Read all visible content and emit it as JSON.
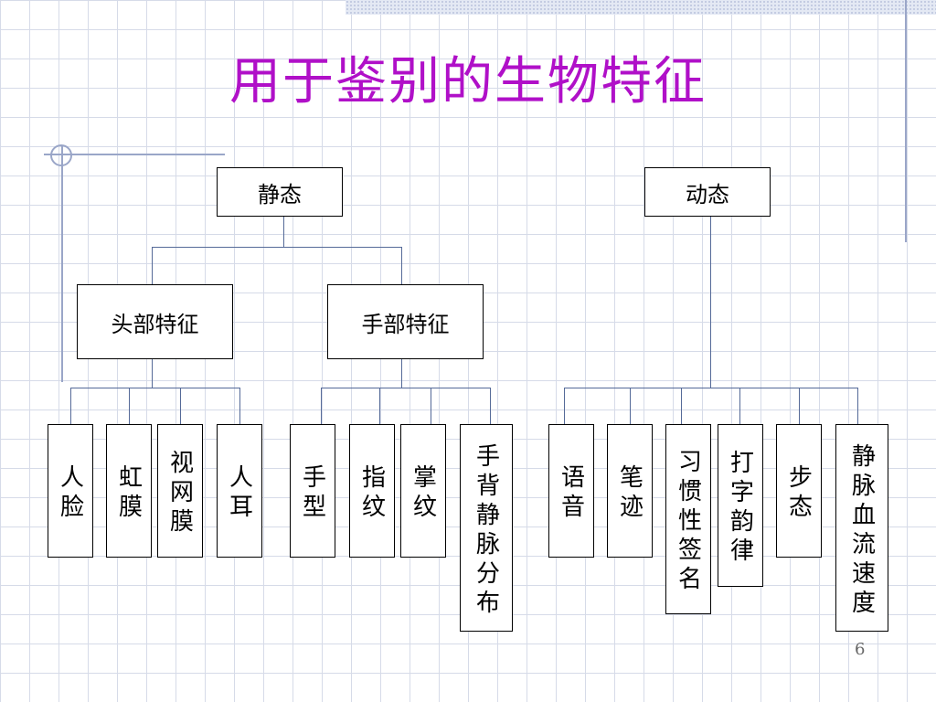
{
  "title": "用于鉴别的生物特征",
  "page_number": "6",
  "nodes": {
    "static": "静态",
    "dynamic": "动态",
    "head": "头部特征",
    "hand": "手部特征",
    "face": "人脸",
    "iris": "虹膜",
    "retina": "视网膜",
    "ear": "人耳",
    "hand_shape": "手型",
    "fingerprint": "指纹",
    "palmprint": "掌纹",
    "hand_vein": "手背静脉分布",
    "voice": "语音",
    "handwriting": "笔迹",
    "signature": "习惯性签名",
    "typing": "打字韵律",
    "gait": "步态",
    "blood_flow": "静脉血流速度"
  },
  "colors": {
    "title": "#b010c8",
    "connector": "#556a98",
    "grid": "#d6dbe8"
  }
}
